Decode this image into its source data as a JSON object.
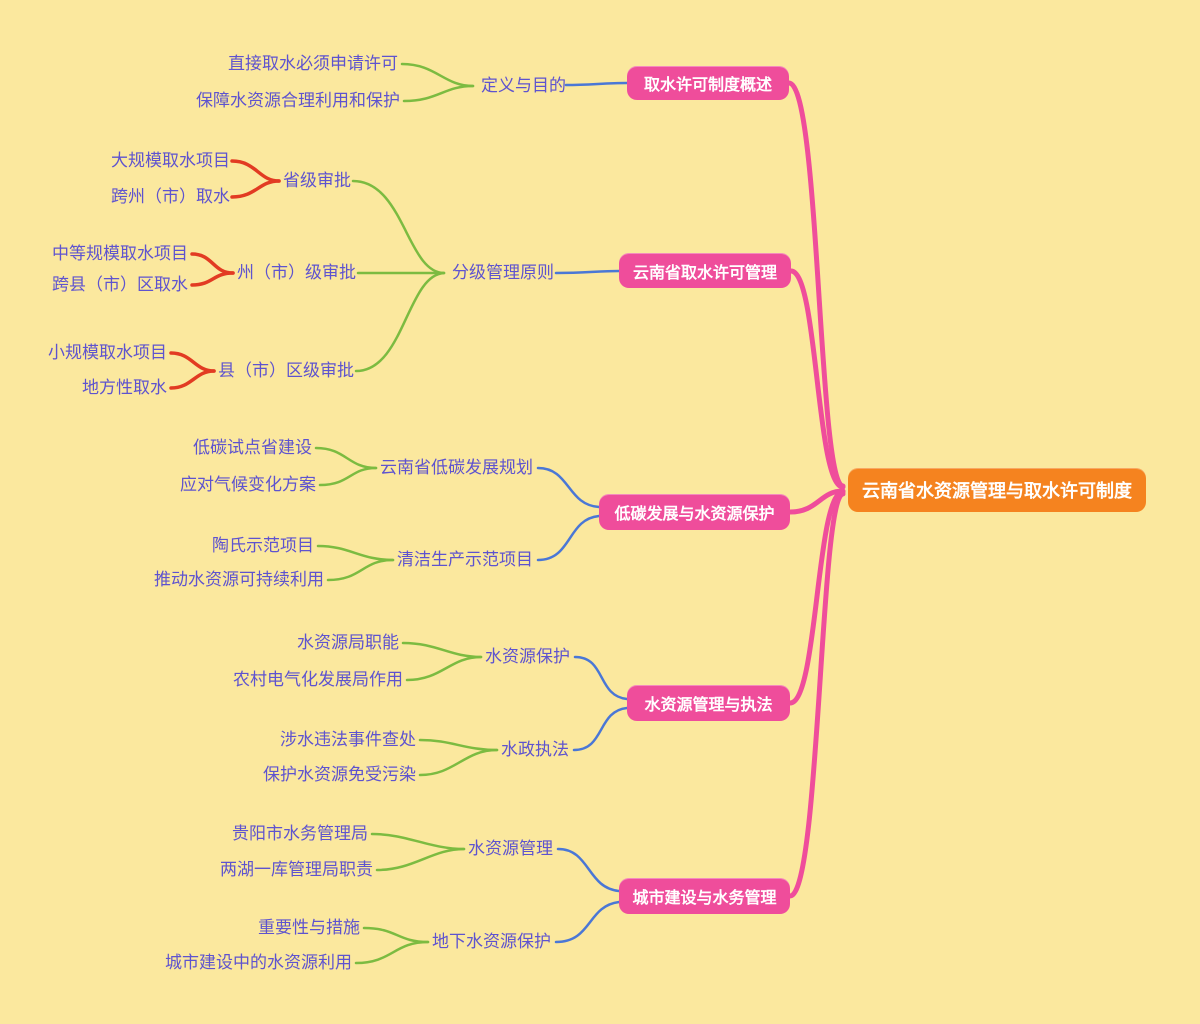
{
  "colors": {
    "background": "#FBE89E",
    "root_fill": "#F5831F",
    "node_fill": "#EF4D9B",
    "node_text": "#FFFFFF",
    "label_text": "#5E53CF",
    "edge_pink": "#EF4D9B",
    "edge_blue": "#4A77D6",
    "edge_green": "#7CBB41",
    "edge_red": "#E23B22"
  },
  "mindmap": {
    "root": "云南省水资源管理与取水许可制度",
    "branches": [
      {
        "label": "取水许可制度概述",
        "topics": [
          {
            "label": "定义与目的",
            "leaves": [
              "直接取水必须申请许可",
              "保障水资源合理利用和保护"
            ]
          }
        ]
      },
      {
        "label": "云南省取水许可管理",
        "topics": [
          {
            "label": "分级管理原则",
            "subtopics": [
              {
                "label": "省级审批",
                "leaves": [
                  "大规模取水项目",
                  "跨州（市）取水"
                ]
              },
              {
                "label": "州（市）级审批",
                "leaves": [
                  "中等规模取水项目",
                  "跨县（市）区取水"
                ]
              },
              {
                "label": "县（市）区级审批",
                "leaves": [
                  "小规模取水项目",
                  "地方性取水"
                ]
              }
            ]
          }
        ]
      },
      {
        "label": "低碳发展与水资源保护",
        "topics": [
          {
            "label": "云南省低碳发展规划",
            "leaves": [
              "低碳试点省建设",
              "应对气候变化方案"
            ]
          },
          {
            "label": "清洁生产示范项目",
            "leaves": [
              "陶氏示范项目",
              "推动水资源可持续利用"
            ]
          }
        ]
      },
      {
        "label": "水资源管理与执法",
        "topics": [
          {
            "label": "水资源保护",
            "leaves": [
              "水资源局职能",
              "农村电气化发展局作用"
            ]
          },
          {
            "label": "水政执法",
            "leaves": [
              "涉水违法事件查处",
              "保护水资源免受污染"
            ]
          }
        ]
      },
      {
        "label": "城市建设与水务管理",
        "topics": [
          {
            "label": "水资源管理",
            "leaves": [
              "贵阳市水务管理局",
              "两湖一库管理局职责"
            ]
          },
          {
            "label": "地下水资源保护",
            "leaves": [
              "重要性与措施",
              "城市建设中的水资源利用"
            ]
          }
        ]
      }
    ]
  }
}
